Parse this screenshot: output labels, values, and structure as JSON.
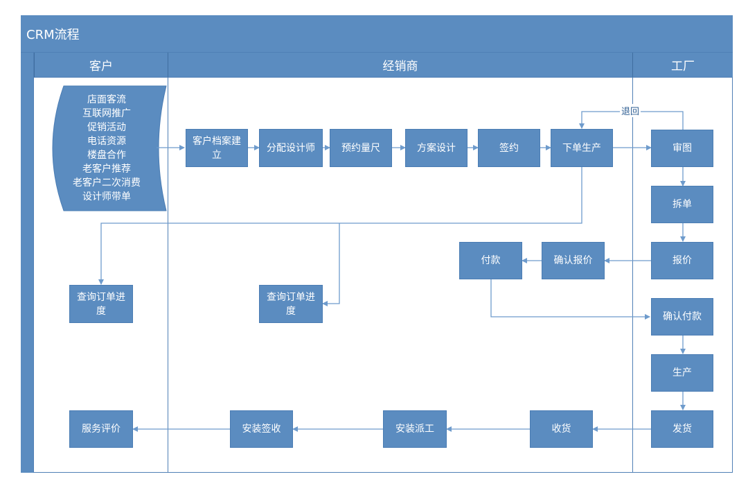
{
  "title": "CRM流程",
  "lanes": [
    {
      "label": "客户"
    },
    {
      "label": "经销商"
    },
    {
      "label": "工厂"
    }
  ],
  "sources": [
    "店面客流",
    "互联网推广",
    "促销活动",
    "电话资源",
    "楼盘合作",
    "老客户推荐",
    "老客户二次消费",
    "设计师带单"
  ],
  "steps": {
    "archive": "客户档案建立",
    "assign_designer": "分配设计师",
    "measure": "预约量尺",
    "plan_design": "方案设计",
    "sign": "签约",
    "order_production": "下单生产",
    "review_drawing": "审图",
    "split_order": "拆单",
    "quote": "报价",
    "confirm_quote": "确认报价",
    "pay": "付款",
    "confirm_payment": "确认付款",
    "produce": "生产",
    "ship": "发货",
    "receive": "收货",
    "dispatch_install": "安装派工",
    "install_signoff": "安装签收",
    "service_review": "服务评价",
    "query_customer": "查询订单进度",
    "query_dealer": "查询订单进度"
  },
  "return_label": "退回",
  "colors": {
    "box": "#5b8cc0",
    "header": "#5b8cc0",
    "line": "#6e9bcc",
    "text": "#ffffff"
  }
}
